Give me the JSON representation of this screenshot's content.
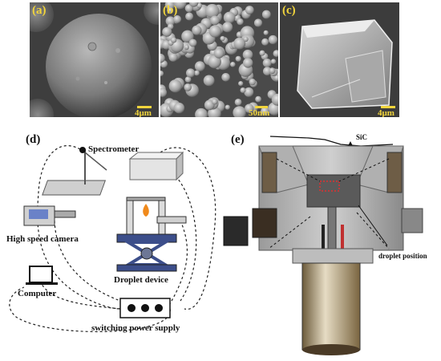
{
  "panels": {
    "a": {
      "label": "(a)",
      "scale": "4μm"
    },
    "b": {
      "label": "(b)",
      "scale": "50nm"
    },
    "c": {
      "label": "(c)",
      "scale": "4μm"
    },
    "d": {
      "label": "(d)",
      "spectrometer": "Spectrometer",
      "high_speed_camera": "High speed camera",
      "droplet_device": "Droplet device",
      "computer": "Computer",
      "switching_power_supply": "switching power supply"
    },
    "e": {
      "label": "(e)",
      "sic": "SiC",
      "droplet_position": "droplet position"
    }
  },
  "colors": {
    "panel_label": "#f2d53c",
    "flame": "#f08a1c",
    "stage_blue": "#3c4e8a",
    "device_frame": "#8a8a8a"
  }
}
